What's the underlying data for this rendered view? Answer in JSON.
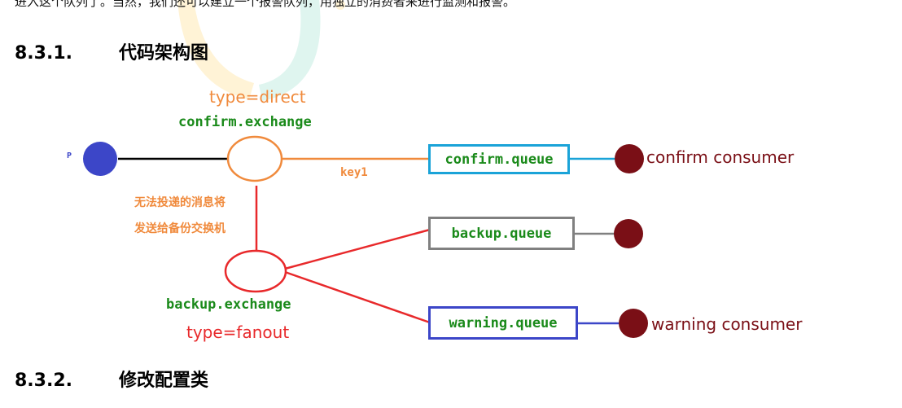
{
  "top_text": "进入这个队列了。当然，我们还可以建立一个报警队列，用独立的消费者来进行监测和报警。",
  "section_1": {
    "number": "8.3.1.",
    "title": "代码架构图"
  },
  "section_2": {
    "number": "8.3.2.",
    "title": "修改配置类"
  },
  "diagram": {
    "producer_label": "P",
    "confirm_exchange": {
      "type_label": "type=direct",
      "name": "confirm.exchange"
    },
    "routing_key": "key1",
    "fallback_note_line1": "无法投递的消息将",
    "fallback_note_line2": "发送给备份交换机",
    "backup_exchange": {
      "name": "backup.exchange",
      "type_label": "type=fanout"
    },
    "queues": {
      "confirm": "confirm.queue",
      "backup": "backup.queue",
      "warning": "warning.queue"
    },
    "consumers": {
      "confirm": "confirm consumer",
      "warning": "warning consumer"
    },
    "colors": {
      "orange": "#f08a3c",
      "green": "#1a8a1a",
      "red": "#e8292b",
      "darkred": "#7a0f16",
      "blue": "#3c46c8",
      "cyan": "#1aa3d8",
      "gray": "#808080"
    }
  }
}
